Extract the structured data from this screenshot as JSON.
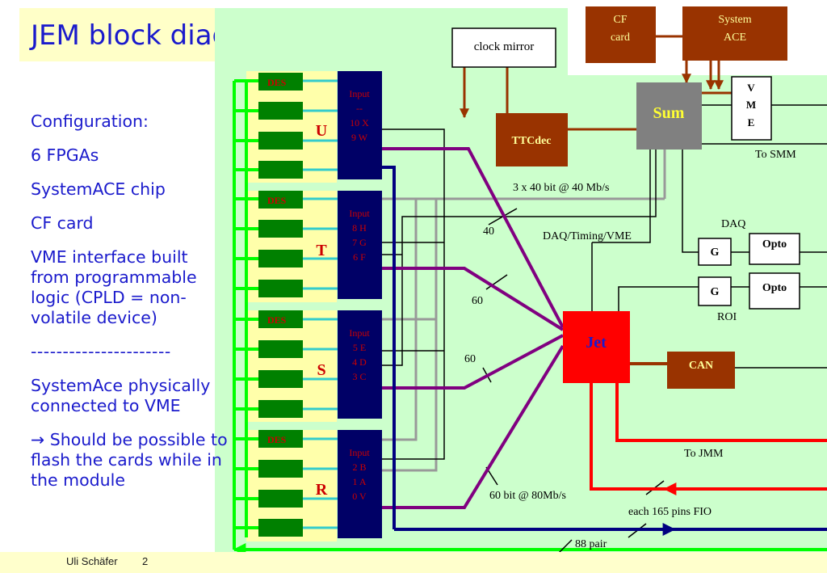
{
  "title": "JEM block diagram",
  "bullets": [
    "Configuration:",
    "6 FPGAs",
    "SystemACE chip",
    "CF card",
    "VME interface built from programmable logic (CPLD = non-volatile device)",
    "----------------------",
    "SystemAce physically connected to VME",
    "→ Should be possible to flash the cards while in the module"
  ],
  "footer": {
    "author": "Uli Schäfer",
    "page": "2"
  },
  "diagram": {
    "des_label": "DES",
    "input_blocks": [
      {
        "letter": "U",
        "lines": [
          "Input",
          "--",
          "10 X",
          "9 W"
        ]
      },
      {
        "letter": "T",
        "lines": [
          "Input",
          "8 H",
          "7 G",
          "6 F"
        ]
      },
      {
        "letter": "S",
        "lines": [
          "Input",
          "5 E",
          "4 D",
          "3 C"
        ]
      },
      {
        "letter": "R",
        "lines": [
          "Input",
          "2 B",
          "1 A",
          "0 V"
        ]
      }
    ],
    "cf_card": [
      "CF",
      "card"
    ],
    "system_ace": [
      "System",
      "ACE"
    ],
    "clock_mirror": "clock mirror",
    "ttcdec": "TTCdec",
    "sum": "Sum",
    "vme": [
      "V",
      "M",
      "E"
    ],
    "to_smm": "To SMM",
    "bus_3x40": "3 x 40 bit @ 40 Mb/s",
    "label_40": "40",
    "label_60a": "60",
    "label_60b": "60",
    "daq_timing_vme": "DAQ/Timing/VME",
    "daq": "DAQ",
    "g1": "G",
    "opto1": "Opto",
    "g2": "G",
    "opto2": "Opto",
    "roi": "ROI",
    "jet": "Jet",
    "can": "CAN",
    "to_jmm": "To JMM",
    "bus_60x80": "60 bit @ 80Mb/s",
    "fio": "each 165 pins FIO",
    "pair88": "88 pair",
    "colors": {
      "background": "#ccffcc",
      "des_green": "#008000",
      "input_navy": "#000066",
      "input_text": "#cc0000",
      "brown": "#993300",
      "sum_gray": "#808080",
      "jet_red": "#ff0000",
      "purple": "#800080",
      "line_green": "#00ff00",
      "line_navy": "#000080"
    }
  }
}
